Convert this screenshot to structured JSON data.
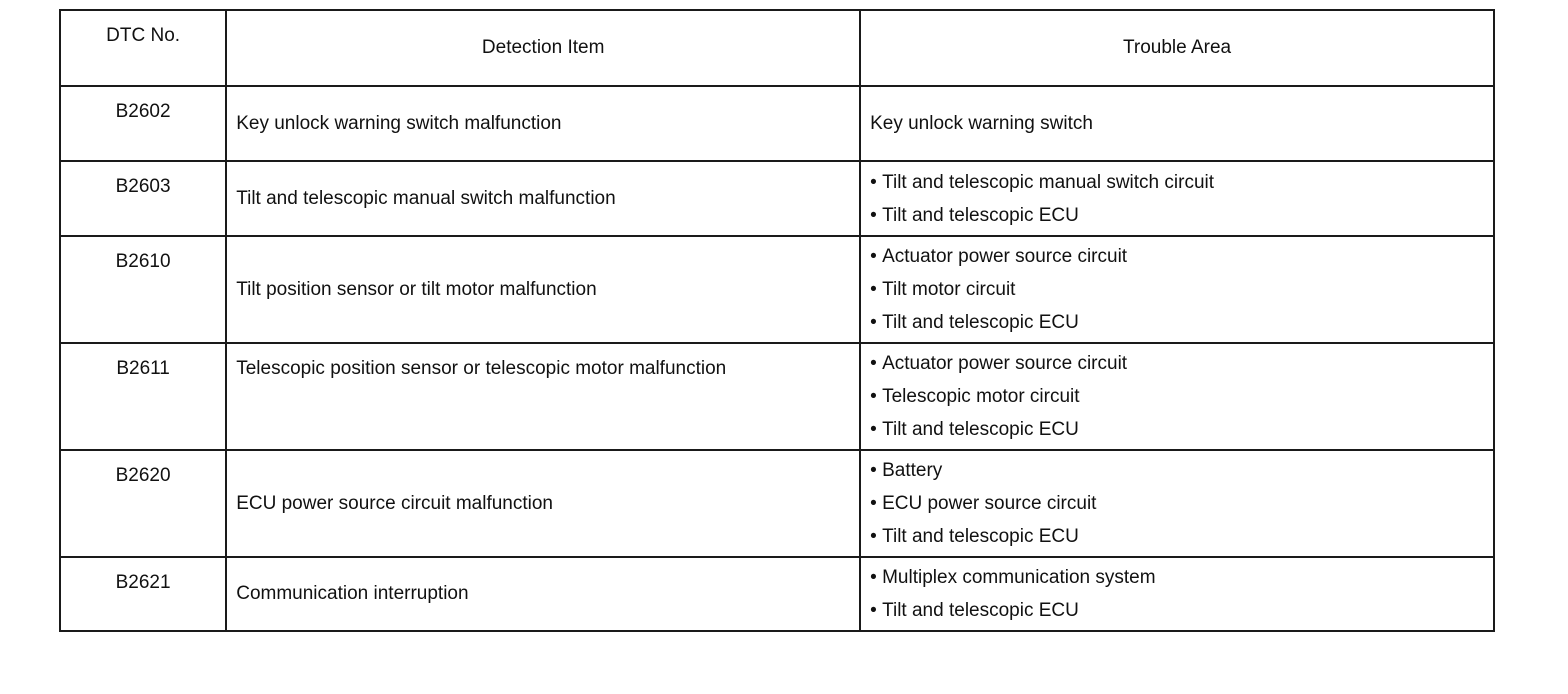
{
  "table": {
    "headers": {
      "code": "DTC No.",
      "item": "Detection Item",
      "area": "Trouble Area"
    },
    "bullet_glyph": "•",
    "rows": [
      {
        "code": "B2602",
        "item": "Key unlock warning switch malfunction",
        "area_single": "Key unlock warning switch"
      },
      {
        "code": "B2603",
        "item": "Tilt and telescopic manual switch malfunction",
        "areas": [
          "Tilt and telescopic manual switch circuit",
          "Tilt and telescopic ECU"
        ]
      },
      {
        "code": "B2610",
        "item": "Tilt position sensor or tilt motor malfunction",
        "areas": [
          "Actuator power source circuit",
          "Tilt motor circuit",
          "Tilt and telescopic ECU"
        ]
      },
      {
        "code": "B2611",
        "item": "Telescopic position sensor or telescopic motor malfunction",
        "areas": [
          "Actuator power source circuit",
          "Telescopic motor circuit",
          "Tilt and telescopic ECU"
        ]
      },
      {
        "code": "B2620",
        "item": "ECU power source circuit malfunction",
        "areas": [
          "Battery",
          "ECU power source circuit",
          "Tilt and telescopic ECU"
        ]
      },
      {
        "code": "B2621",
        "item": "Communication interruption",
        "areas": [
          "Multiplex communication system",
          "Tilt and telescopic ECU"
        ]
      }
    ]
  }
}
